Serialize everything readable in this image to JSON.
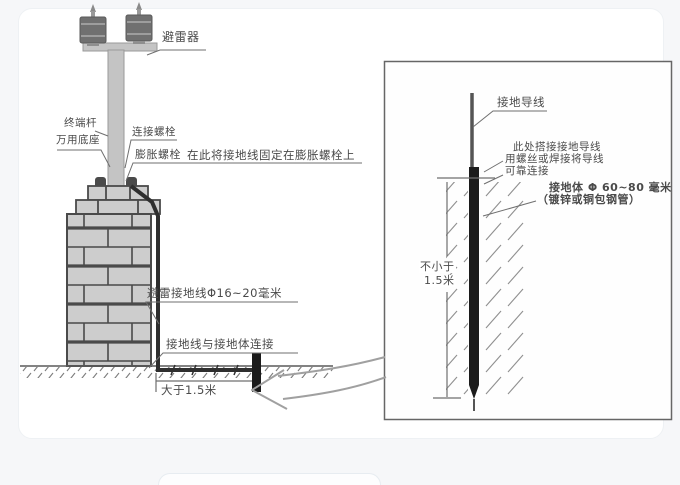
{
  "page": {
    "background": "#f6f7f9",
    "card_background": "#ffffff"
  },
  "colors": {
    "line": "#4a4a4a",
    "leader": "#6f6f6f",
    "metal_gray": "#c4c4c4",
    "device_gray": "#707070",
    "brick_fill": "#cdcdcd",
    "ground_rod_black": "#1b1b1b",
    "arrow_gray": "#a0a0a0",
    "text": "#4a4a4a",
    "panel_border": "#666666"
  },
  "diagram": {
    "labels": {
      "arrester": "避雷器",
      "terminal_pole": "终端杆",
      "universal_base": "万用底座",
      "connecting_bolt": "连接螺栓",
      "expansion_bolt": "膨胀螺栓",
      "fixing_note": "在此将接地线固定在膨胀螺栓上",
      "lightning_ground_wire": "避雷接地线Φ16~20毫米",
      "wire_rod_connection": "接地线与接地体连接",
      "horizontal_distance": "大于1.5米",
      "ground_lead": "接地导线",
      "splice_note_line1": "此处搭接接地导线",
      "splice_note_line2": "用螺丝或焊接将导线",
      "splice_note_line3": "可靠连接",
      "rod_spec_line1": "接地体 Φ 60~80 毫米",
      "rod_spec_line2": "（镀锌或铜包钢管）",
      "vertical_min_line1": "不小于",
      "vertical_min_line2": "1.5米"
    }
  }
}
